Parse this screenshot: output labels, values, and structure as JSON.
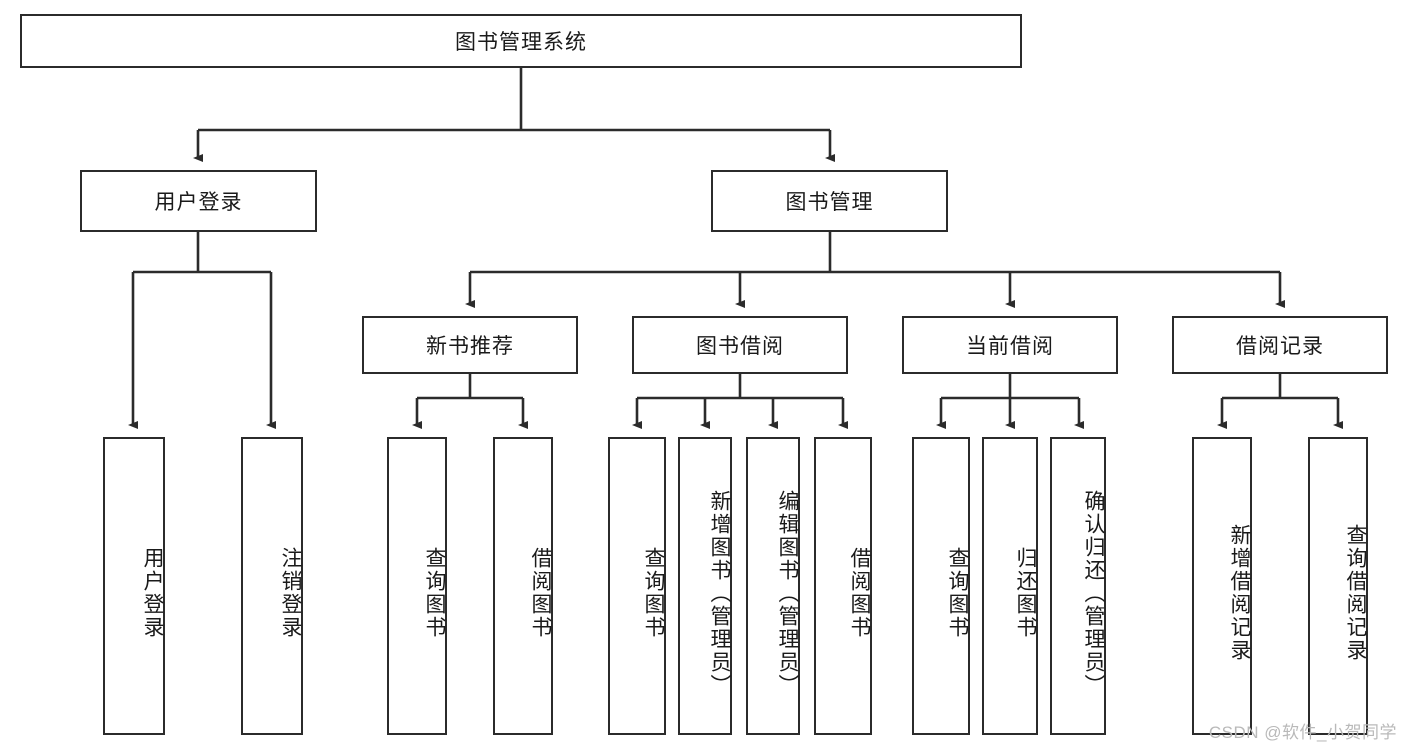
{
  "diagram": {
    "title": "图书管理系统",
    "type": "tree-hierarchy-diagram",
    "colors": {
      "stroke": "#2b2b2b",
      "fill": "#ffffff",
      "watermark": "#b9b9b9"
    },
    "root": {
      "label": "图书管理系统"
    },
    "level2": [
      {
        "id": "user-login",
        "label": "用户登录"
      },
      {
        "id": "book-management",
        "label": "图书管理"
      }
    ],
    "level3": [
      {
        "id": "new-book-recommend",
        "label": "新书推荐"
      },
      {
        "id": "book-borrow",
        "label": "图书借阅"
      },
      {
        "id": "current-borrow",
        "label": "当前借阅"
      },
      {
        "id": "borrow-record",
        "label": "借阅记录"
      }
    ],
    "leaves": {
      "user_login": [
        {
          "id": "leaf-user-login",
          "label": "用户登录"
        },
        {
          "id": "leaf-logout",
          "label": "注销登录"
        }
      ],
      "new_book_recommend": [
        {
          "id": "leaf-query-book-1",
          "label": "查询图书"
        },
        {
          "id": "leaf-borrow-book-1",
          "label": "借阅图书"
        }
      ],
      "book_borrow": [
        {
          "id": "leaf-query-book-2",
          "label": "查询图书"
        },
        {
          "id": "leaf-add-book",
          "label": "新增图书（管理员）"
        },
        {
          "id": "leaf-edit-book",
          "label": "编辑图书（管理员）"
        },
        {
          "id": "leaf-borrow-book-2",
          "label": "借阅图书"
        }
      ],
      "current_borrow": [
        {
          "id": "leaf-query-book-3",
          "label": "查询图书"
        },
        {
          "id": "leaf-return-book",
          "label": "归还图书"
        },
        {
          "id": "leaf-confirm-return",
          "label": "确认归还（管理员）"
        }
      ],
      "borrow_record": [
        {
          "id": "leaf-add-record",
          "label": "新增借阅记录"
        },
        {
          "id": "leaf-query-record",
          "label": "查询借阅记录"
        }
      ]
    }
  },
  "watermark": {
    "text": "CSDN @软件_小贺同学"
  }
}
